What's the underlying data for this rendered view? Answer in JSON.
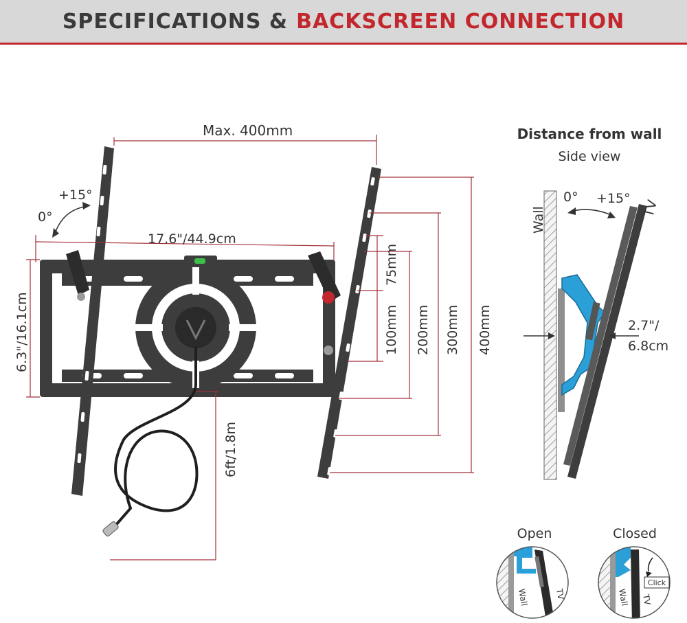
{
  "header": {
    "title_part1": "SPECIFICATIONS &",
    "title_part2": "BACKSCREEN CONNECTION"
  },
  "colors": {
    "accent": "#c2272d",
    "metal": "#3d3d3d",
    "blue": "#2b9fd8",
    "header_bg": "#d8d8d8"
  },
  "main": {
    "max_width": "Max. 400mm",
    "width": "17.6\"/44.9cm",
    "height": "6.3\"/16.1cm",
    "tilt_plus": "+15°",
    "tilt_zero": "0°",
    "cable": "6ft/1.8m",
    "vesa": [
      "75mm",
      "100mm",
      "200mm",
      "300mm",
      "400mm"
    ]
  },
  "side": {
    "title": "Distance from wall",
    "subtitle": "Side view",
    "wall": "Wall",
    "tv": "TV",
    "tilt_zero": "0°",
    "tilt_plus": "+15°",
    "distance_line1": "2.7\"/",
    "distance_line2": "6.8cm"
  },
  "lock": {
    "open": "Open",
    "closed": "Closed",
    "wall": "Wall",
    "tv": "TV",
    "click": "Click"
  }
}
